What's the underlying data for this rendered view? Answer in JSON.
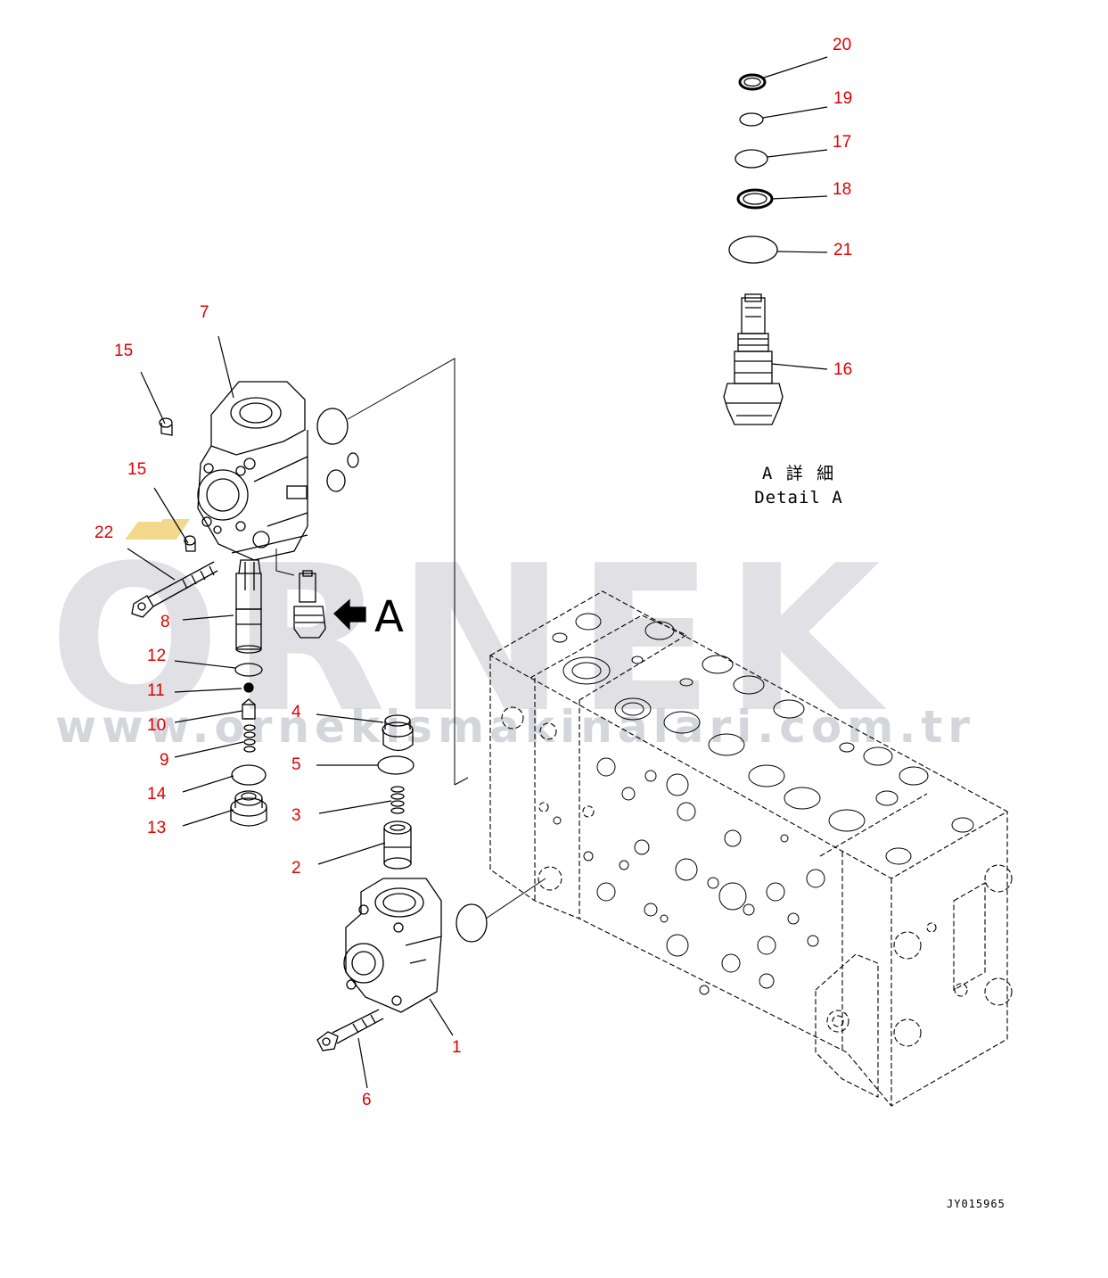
{
  "watermark": {
    "brand": "ORNEK",
    "url": "www.ornekismakinalari.com.tr",
    "logo_color": "#f2d98c"
  },
  "callouts": [
    {
      "id": "20"
    },
    {
      "id": "19"
    },
    {
      "id": "17"
    },
    {
      "id": "18"
    },
    {
      "id": "21"
    },
    {
      "id": "16"
    },
    {
      "id": "7"
    },
    {
      "id": "15"
    },
    {
      "id": "15"
    },
    {
      "id": "22"
    },
    {
      "id": "8"
    },
    {
      "id": "12"
    },
    {
      "id": "11"
    },
    {
      "id": "10"
    },
    {
      "id": "9"
    },
    {
      "id": "14"
    },
    {
      "id": "13"
    },
    {
      "id": "4"
    },
    {
      "id": "5"
    },
    {
      "id": "3"
    },
    {
      "id": "2"
    },
    {
      "id": "1"
    },
    {
      "id": "6"
    }
  ],
  "view_arrow_label": "A",
  "detail_label": {
    "japanese": "A 詳 細",
    "english": "Detail A"
  },
  "drawing_id": "JY015965",
  "colors": {
    "callout": "#e00000",
    "linework": "#000000"
  }
}
